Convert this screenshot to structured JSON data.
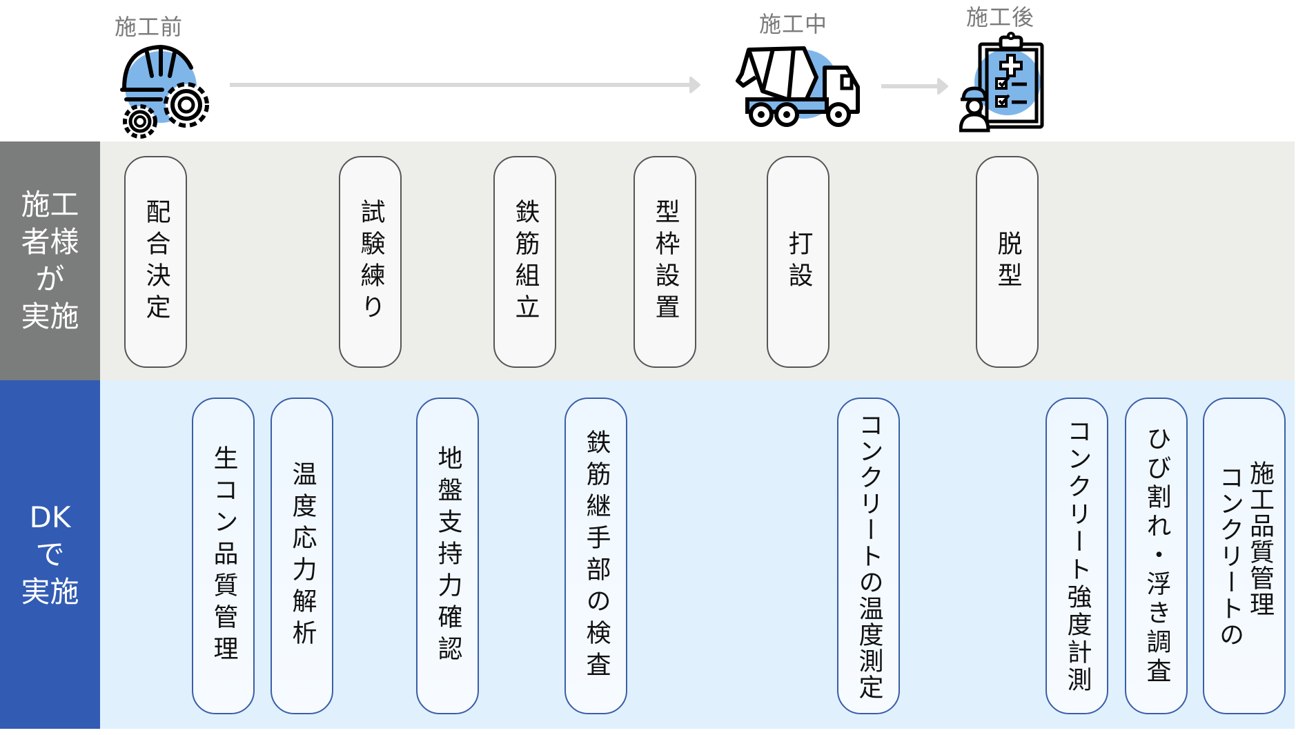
{
  "phases": {
    "before": "施工前",
    "during": "施工中",
    "after": "施工後"
  },
  "icons": {
    "before": "helmet-gears-icon",
    "during": "concrete-mixer-truck-icon",
    "after": "clipboard-inspector-icon"
  },
  "colors": {
    "icon_accent": "#7fb6ea",
    "contractor_header": "#7b7c7c",
    "dk_header": "#325bb3",
    "contractor_band": "#ededea",
    "dk_band": "#e0f1fd",
    "arrow": "#d9d9d9"
  },
  "rows": {
    "contractor": {
      "header_lines": [
        "施工",
        "者様",
        "が",
        "実施"
      ],
      "steps": [
        "配合決定",
        "試験練り",
        "鉄筋組立",
        "型枠設置",
        "打設",
        "脱型"
      ]
    },
    "dk": {
      "header_lines": [
        "DK",
        "で",
        "実施"
      ],
      "steps": [
        "生コン品質管理",
        "温度応力解析",
        "地盤支持力確認",
        "鉄筋継手部の検査",
        "コンクリートの温度測定",
        "コンクリート強度計測",
        "ひび割れ・浮き調査",
        "コンクリートの施工品質管理"
      ],
      "last_step_lines": [
        "コンクリートの",
        "施工品質管理"
      ]
    }
  }
}
